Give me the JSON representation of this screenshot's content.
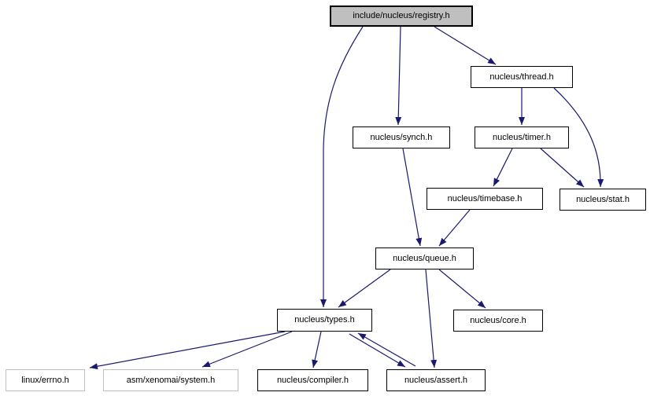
{
  "diagram": {
    "kind": "include-dependency-graph",
    "edge_color": "#191970",
    "root_fill": "#bfbfbf",
    "node_fill": "#ffffff",
    "node_border": "#000000",
    "external_border": "#c0c0c0",
    "text_color": "#000000"
  },
  "nodes": [
    {
      "id": "registry",
      "label": "include/nucleus/registry.h",
      "type": "root"
    },
    {
      "id": "thread",
      "label": "nucleus/thread.h",
      "type": "normal"
    },
    {
      "id": "synch",
      "label": "nucleus/synch.h",
      "type": "normal"
    },
    {
      "id": "timer",
      "label": "nucleus/timer.h",
      "type": "normal"
    },
    {
      "id": "timebase",
      "label": "nucleus/timebase.h",
      "type": "normal"
    },
    {
      "id": "stat",
      "label": "nucleus/stat.h",
      "type": "normal"
    },
    {
      "id": "queue",
      "label": "nucleus/queue.h",
      "type": "normal"
    },
    {
      "id": "types",
      "label": "nucleus/types.h",
      "type": "normal"
    },
    {
      "id": "core",
      "label": "nucleus/core.h",
      "type": "normal"
    },
    {
      "id": "errno",
      "label": "linux/errno.h",
      "type": "external"
    },
    {
      "id": "system",
      "label": "asm/xenomai/system.h",
      "type": "external"
    },
    {
      "id": "compiler",
      "label": "nucleus/compiler.h",
      "type": "normal"
    },
    {
      "id": "assert",
      "label": "nucleus/assert.h",
      "type": "normal"
    }
  ],
  "edges": [
    {
      "from": "registry",
      "to": "thread"
    },
    {
      "from": "registry",
      "to": "synch"
    },
    {
      "from": "registry",
      "to": "types"
    },
    {
      "from": "thread",
      "to": "timer"
    },
    {
      "from": "thread",
      "to": "stat"
    },
    {
      "from": "timer",
      "to": "timebase"
    },
    {
      "from": "timer",
      "to": "stat"
    },
    {
      "from": "synch",
      "to": "queue"
    },
    {
      "from": "timebase",
      "to": "queue"
    },
    {
      "from": "queue",
      "to": "types"
    },
    {
      "from": "queue",
      "to": "core"
    },
    {
      "from": "queue",
      "to": "assert"
    },
    {
      "from": "types",
      "to": "errno"
    },
    {
      "from": "types",
      "to": "system"
    },
    {
      "from": "types",
      "to": "compiler"
    },
    {
      "from": "types",
      "to": "assert"
    },
    {
      "from": "assert",
      "to": "types"
    }
  ]
}
